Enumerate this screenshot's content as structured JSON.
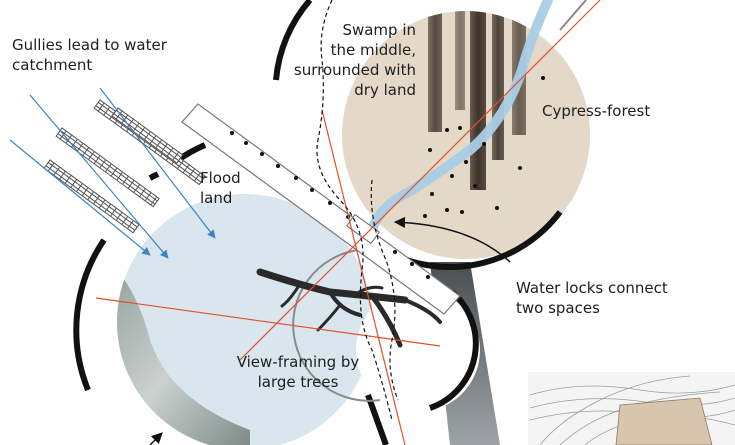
{
  "labels": {
    "gullies": "Gullies lead to water\ncatchment",
    "swamp": "Swamp in\nthe middle,\nsurrounded with\ndry land",
    "cypress": "Cypress-forest",
    "flood": "Flood\nland",
    "water_locks": "Water locks connect\ntwo spaces",
    "view_framing": "View-framing by\nlarge trees"
  },
  "colors": {
    "flood_circle": "#d9e6ee",
    "swamp_circle": "#e4d8c8",
    "arc": "#111111",
    "accent_line": "#e0502a",
    "water_arrow": "#3d84c6",
    "stream": "#a9cde6",
    "contour_map_fill": "#d8c5ae"
  },
  "icons": {
    "tree_trunks": "tree-trunk-icon",
    "branch": "tree-branch-icon",
    "map": "contour-map-icon"
  }
}
